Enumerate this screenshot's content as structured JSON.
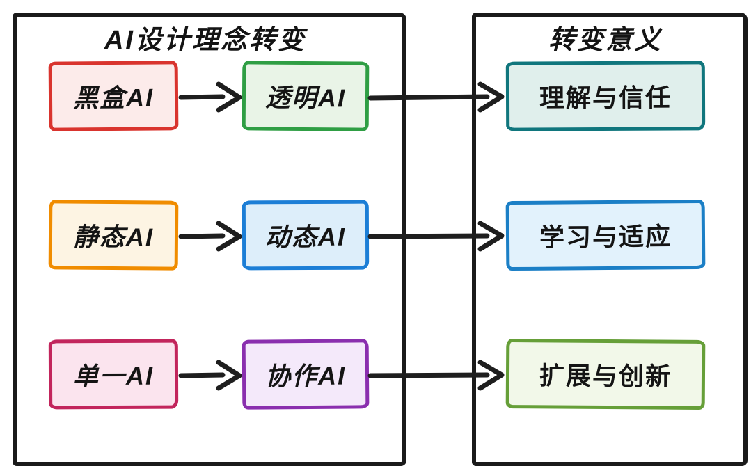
{
  "diagram": {
    "colors": {
      "outline": "#1a1a1a",
      "arrow": "#1e1e1e"
    },
    "left_panel": {
      "title": "AI设计理念转变",
      "transitions": [
        {
          "from": {
            "label": "黑盒AI",
            "border_color": "#d9342e",
            "fill_color": "#fcebea"
          },
          "to": {
            "label": "透明AI",
            "border_color": "#2f9e44",
            "fill_color": "#e9f4e7"
          }
        },
        {
          "from": {
            "label": "静态AI",
            "border_color": "#f08c00",
            "fill_color": "#fdf4e3"
          },
          "to": {
            "label": "动态AI",
            "border_color": "#1c7ed6",
            "fill_color": "#ddeefa"
          }
        },
        {
          "from": {
            "label": "单一AI",
            "border_color": "#c2255c",
            "fill_color": "#fbe4ee"
          },
          "to": {
            "label": "协作AI",
            "border_color": "#8a2fae",
            "fill_color": "#f4e9fa"
          }
        }
      ]
    },
    "right_panel": {
      "title": "转变意义",
      "items": [
        {
          "label": "理解与信任",
          "border_color": "#10767d",
          "fill_color": "#e0efec"
        },
        {
          "label": "学习与适应",
          "border_color": "#1b7fc6",
          "fill_color": "#e2f2fc"
        },
        {
          "label": "扩展与创新",
          "border_color": "#669f38",
          "fill_color": "#f2f8e9"
        }
      ]
    }
  }
}
